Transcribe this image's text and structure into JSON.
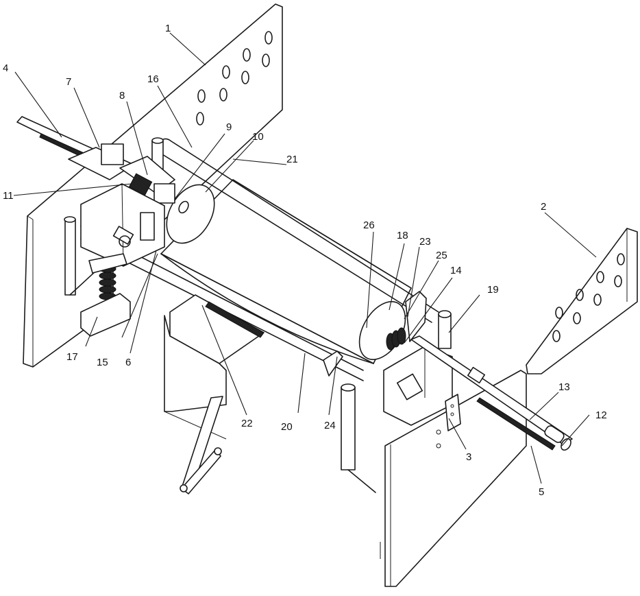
{
  "figure": {
    "labels": [
      {
        "id": "1",
        "text": "1"
      },
      {
        "id": "2",
        "text": "2"
      },
      {
        "id": "3",
        "text": "3"
      },
      {
        "id": "4",
        "text": "4"
      },
      {
        "id": "5",
        "text": "5"
      },
      {
        "id": "6",
        "text": "6"
      },
      {
        "id": "7",
        "text": "7"
      },
      {
        "id": "8",
        "text": "8"
      },
      {
        "id": "9",
        "text": "9"
      },
      {
        "id": "10",
        "text": "10"
      },
      {
        "id": "11",
        "text": "11"
      },
      {
        "id": "12",
        "text": "12"
      },
      {
        "id": "13",
        "text": "13"
      },
      {
        "id": "14",
        "text": "14"
      },
      {
        "id": "15",
        "text": "15"
      },
      {
        "id": "16",
        "text": "16"
      },
      {
        "id": "17",
        "text": "17"
      },
      {
        "id": "18",
        "text": "18"
      },
      {
        "id": "19",
        "text": "19"
      },
      {
        "id": "20",
        "text": "20"
      },
      {
        "id": "21",
        "text": "21"
      },
      {
        "id": "22",
        "text": "22"
      },
      {
        "id": "23",
        "text": "23"
      },
      {
        "id": "24",
        "text": "24"
      },
      {
        "id": "25",
        "text": "25"
      },
      {
        "id": "26",
        "text": "26"
      }
    ]
  }
}
